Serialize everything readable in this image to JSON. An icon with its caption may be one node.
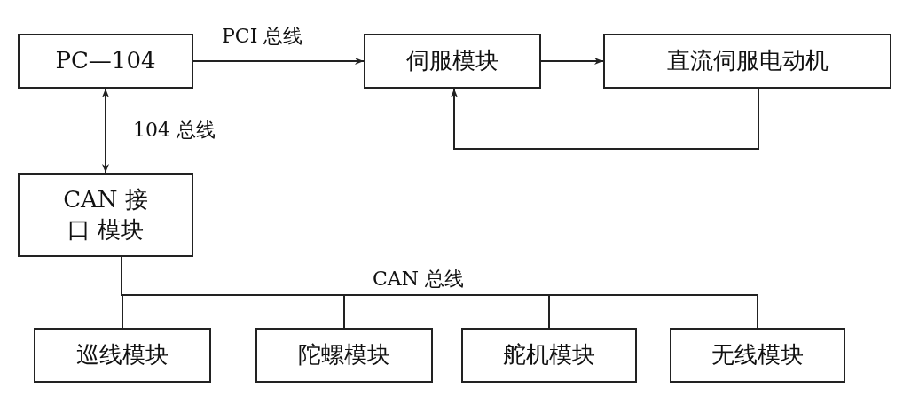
{
  "diagram": {
    "nodes": [
      {
        "text": [
          "PC—104"
        ]
      },
      {
        "text": [
          "伺服模块"
        ]
      },
      {
        "text": [
          "直流伺服电动机"
        ]
      },
      {
        "text": [
          "CAN 接口 模块"
        ]
      },
      {
        "text": [
          "巡线模块"
        ]
      },
      {
        "text": [
          "陀螺模块"
        ]
      },
      {
        "text": [
          "舵机模块"
        ]
      },
      {
        "text": [
          "无线模块"
        ]
      }
    ],
    "edges": [
      {
        "from": 0,
        "to": 1,
        "arrow": "to",
        "label": "PCI 总线"
      },
      {
        "from": 1,
        "to": 2,
        "arrow": "to"
      },
      {
        "from": 2,
        "to": 1,
        "arrow": "to"
      },
      {
        "from": 0,
        "to": 3,
        "arrow": "both",
        "label": "104 总线"
      },
      {
        "from": 3,
        "to": 4,
        "arrow": "none"
      },
      {
        "from": 3,
        "to": 5,
        "arrow": "none"
      },
      {
        "from": 3,
        "to": 6,
        "arrow": "none"
      },
      {
        "from": 3,
        "to": 7,
        "arrow": "none"
      }
    ],
    "labels": [
      "CAN 总线"
    ]
  }
}
